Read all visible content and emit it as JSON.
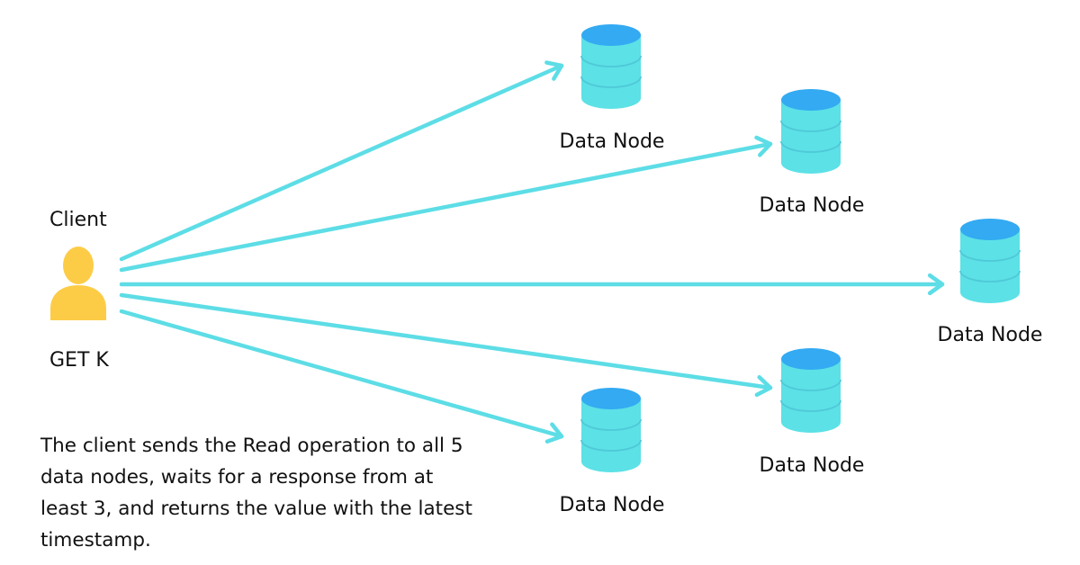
{
  "client": {
    "label": "Client",
    "icon": "user-icon",
    "request": "GET K"
  },
  "nodes": [
    {
      "label": "Data Node",
      "icon": "database-icon"
    },
    {
      "label": "Data Node",
      "icon": "database-icon"
    },
    {
      "label": "Data Node",
      "icon": "database-icon"
    },
    {
      "label": "Data Node",
      "icon": "database-icon"
    },
    {
      "label": "Data Node",
      "icon": "database-icon"
    }
  ],
  "description": "The client sends the Read operation to all 5 data nodes, waits for a response from at least 3, and returns the value with the latest timestamp.",
  "colors": {
    "arrow": "#5ddde6",
    "db_top": "#33aaf2",
    "db_body": "#5ce1e6",
    "db_band": "#4fc9d8",
    "user": "#fdcc47"
  }
}
